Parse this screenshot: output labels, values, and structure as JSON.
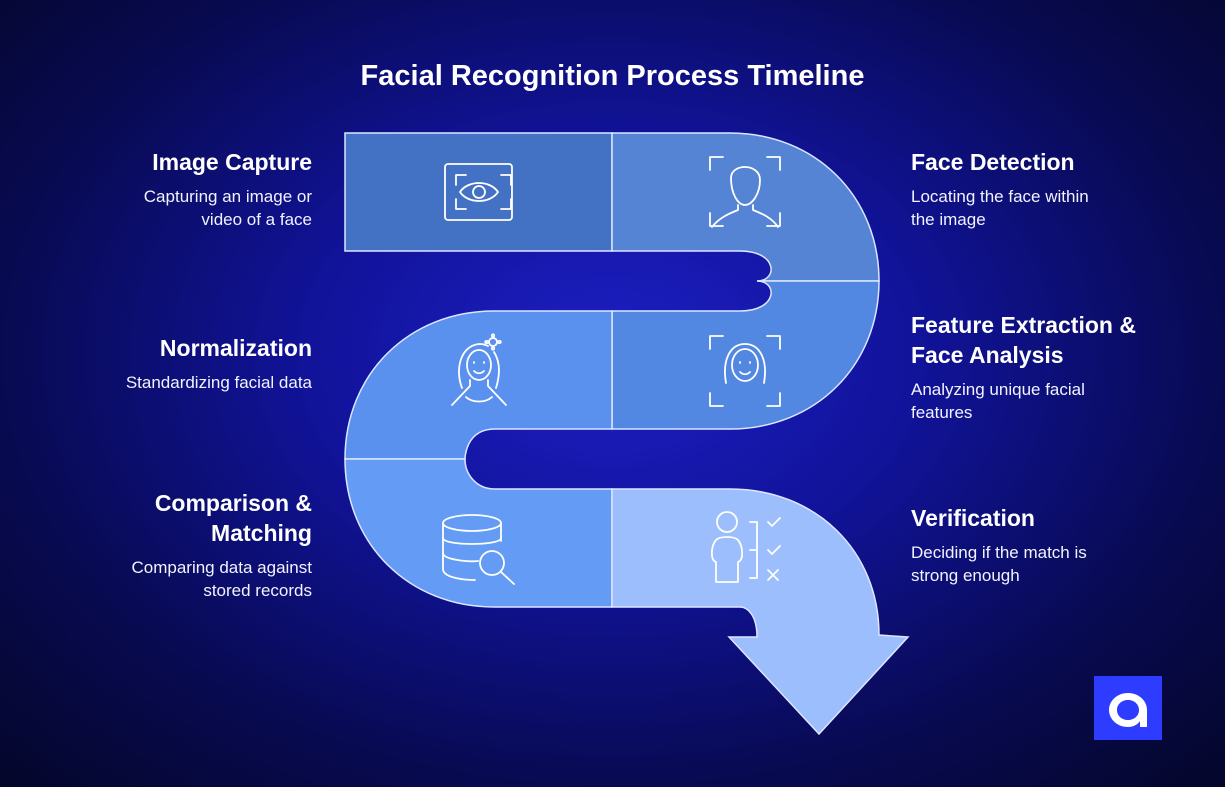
{
  "title": "Facial Recognition Process Timeline",
  "steps": [
    {
      "title": "Image Capture",
      "desc_lines": [
        "Capturing an image or",
        "video of a face"
      ],
      "icon": "eye-scan-icon",
      "color": "#4372c4"
    },
    {
      "title": "Face Detection",
      "desc_lines": [
        "Locating the face within",
        "the image"
      ],
      "icon": "person-bust-scan-icon",
      "color": "#5584d4"
    },
    {
      "title_lines": [
        "Feature Extraction &",
        "Face Analysis"
      ],
      "desc_lines": [
        "Analyzing unique facial",
        "features"
      ],
      "icon": "woman-face-scan-icon",
      "color": "#5288e2"
    },
    {
      "title": "Normalization",
      "desc_lines": [
        "Standardizing facial data"
      ],
      "icon": "woman-with-flower-icon",
      "color": "#5a90ee"
    },
    {
      "title_lines": [
        "Comparison &",
        "Matching"
      ],
      "desc_lines": [
        "Comparing data against",
        "stored records"
      ],
      "icon": "database-search-icon",
      "color": "#649cf5"
    },
    {
      "title": "Verification",
      "desc_lines": [
        "Deciding if the match is",
        "strong enough"
      ],
      "icon": "person-checklist-icon",
      "color": "#9cbefc"
    }
  ],
  "logo": {
    "icon": "brand-a-logo-icon",
    "color": "#2d3cff"
  }
}
